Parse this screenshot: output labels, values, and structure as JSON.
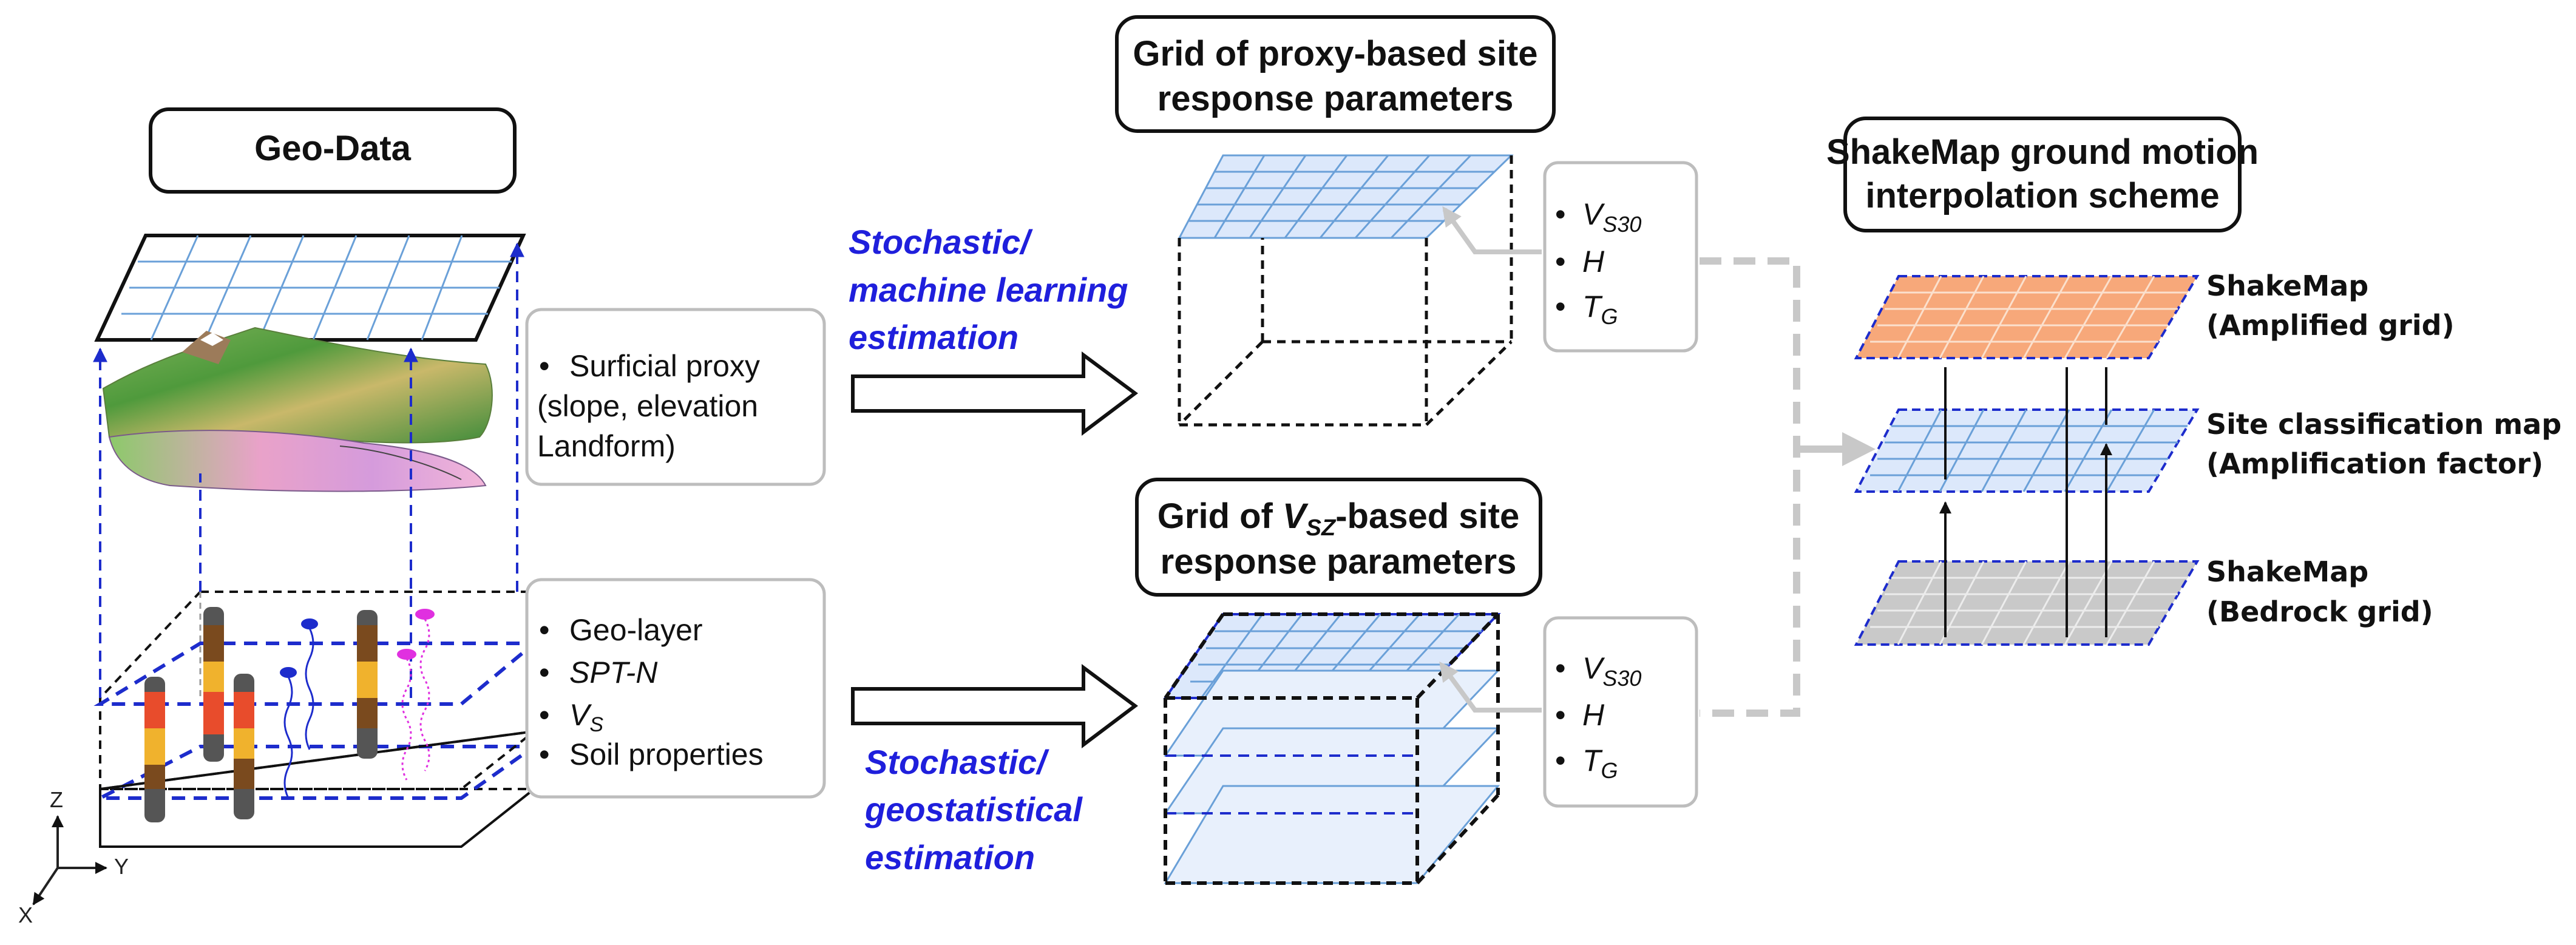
{
  "geo_data": {
    "title": "Geo-Data",
    "proxy_bullets": [
      "Surficial proxy",
      "(slope, elevation",
      "Landform)"
    ],
    "layer_bullets": [
      "Geo-layer",
      "SPT-N",
      "V",
      "S",
      "Soil properties"
    ]
  },
  "axes": {
    "z": "Z",
    "y": "Y",
    "x": "X"
  },
  "methods": {
    "ml": [
      "Stochastic/",
      "machine learning",
      "estimation"
    ],
    "geo": [
      "Stochastic/",
      "geostatistical",
      "estimation"
    ]
  },
  "grid_proxy": {
    "title_line1": "Grid of proxy-based site",
    "title_line2": "response parameters"
  },
  "grid_vsz": {
    "title_pre": "Grid of ",
    "title_v": "V",
    "title_sub": "SZ",
    "title_post": "-based site",
    "title_line2": "response parameters"
  },
  "params": {
    "v": "V",
    "v_sub": "S30",
    "h": "H",
    "t": "T",
    "t_sub": "G"
  },
  "shakemap": {
    "title_line1": "ShakeMap ground motion",
    "title_line2": "interpolation scheme",
    "amplified": [
      "ShakeMap",
      "(Amplified grid)"
    ],
    "site": [
      "Site classification map",
      "(Amplification factor)"
    ],
    "bedrock": [
      "ShakeMap",
      "(Bedrock grid)"
    ]
  },
  "colors": {
    "grid_blue": "#1d2ccc",
    "cell_blue": "#dce8fb",
    "cell_orange": "#f7a87a",
    "cell_gray": "#c9c9c9",
    "method_text": "#1f1fdc",
    "dashed_arrow": "#c8c8c8"
  }
}
